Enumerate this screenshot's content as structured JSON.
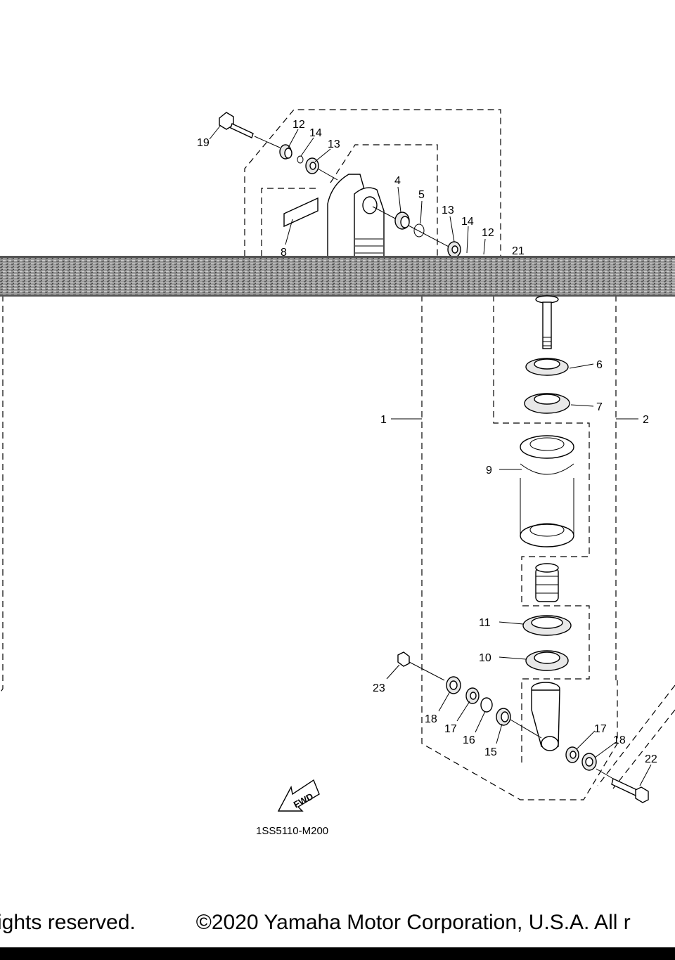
{
  "diagram": {
    "drawing_code": "1SS5110-M200",
    "fwd_label": "FWD",
    "callouts": [
      "1",
      "2",
      "4",
      "5",
      "6",
      "7",
      "8",
      "9",
      "10",
      "11",
      "12",
      "12",
      "13",
      "13",
      "14",
      "14",
      "15",
      "16",
      "17",
      "17",
      "18",
      "18",
      "19",
      "21",
      "22",
      "23"
    ]
  },
  "footer": {
    "left_fragment": "ights reserved.",
    "copyright": "©2020 Yamaha Motor Corporation, U.S.A. All r"
  },
  "colors": {
    "ink": "#000000",
    "paper": "#ffffff",
    "scan_band": "#8a8a8a"
  }
}
